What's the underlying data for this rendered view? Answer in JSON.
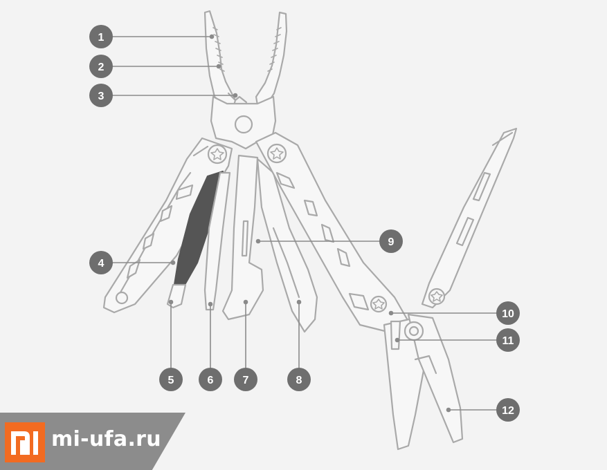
{
  "callouts": [
    {
      "num": "1",
      "tone": "#6e6e6e"
    },
    {
      "num": "2",
      "tone": "#6e6e6e"
    },
    {
      "num": "3",
      "tone": "#6e6e6e"
    },
    {
      "num": "4",
      "tone": "#6e6e6e"
    },
    {
      "num": "5",
      "tone": "#6e6e6e"
    },
    {
      "num": "6",
      "tone": "#6e6e6e"
    },
    {
      "num": "7",
      "tone": "#6e6e6e"
    },
    {
      "num": "8",
      "tone": "#6e6e6e"
    },
    {
      "num": "9",
      "tone": "#6e6e6e"
    },
    {
      "num": "10",
      "tone": "#6e6e6e"
    },
    {
      "num": "11",
      "tone": "#6e6e6e"
    },
    {
      "num": "12",
      "tone": "#6e6e6e"
    }
  ],
  "watermark": {
    "text": "mi-ufa.ru",
    "logo_icon": "mi-logo-icon",
    "logo_color": "#f26b21",
    "banner_color": "#8c8c8c"
  },
  "colors": {
    "outline": "#a9a9a9",
    "leader": "#8a8a8a",
    "background": "#f3f3f3"
  }
}
